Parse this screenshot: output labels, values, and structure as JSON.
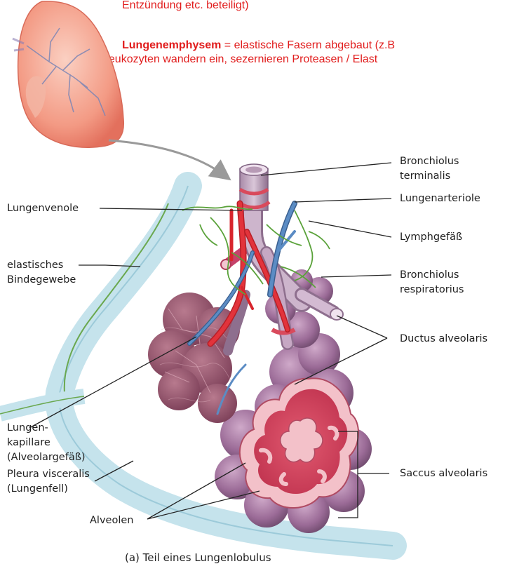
{
  "notes": {
    "line1": "Entzündung etc. beteiligt)",
    "emphysem_term": "Lungenemphysem",
    "emphysem_def": " = elastische Fasern abgebaut (z.B",
    "line3": "Leukozyten wandern ein, sezernieren Proteasen / Elast"
  },
  "labels": {
    "bronchiolus_terminalis": [
      "Bronchiolus",
      "terminalis"
    ],
    "lungenvenole": "Lungenvenole",
    "lungenarteriole": "Lungenarteriole",
    "lymphgefaess": "Lymphgefäß",
    "elastisches_bindegewebe": [
      "elastisches",
      "Bindegewebe"
    ],
    "bronchiolus_respiratorius": [
      "Bronchiolus",
      "respiratorius"
    ],
    "ductus_alveolaris": "Ductus alveolaris",
    "lungenkapillare": [
      "Lungen-",
      "kapillare",
      "(Alveolargefäß)"
    ],
    "saccus_alveolaris": "Saccus alveolaris",
    "pleura_visceralis": [
      "Pleura visceralis",
      "(Lungenfell)"
    ],
    "alveolen": "Alveolen"
  },
  "caption": "(a) Teil eines Lungenlobulus",
  "colors": {
    "note_red": "#e11d1d",
    "lung_pink": "#f4a08c",
    "artery_red": "#d8252d",
    "vein_blue": "#4d7cb3",
    "lymph_green": "#5aa23a",
    "alveoli_purple": "#9a6a96",
    "pleura_blue": "#b8dde8"
  }
}
